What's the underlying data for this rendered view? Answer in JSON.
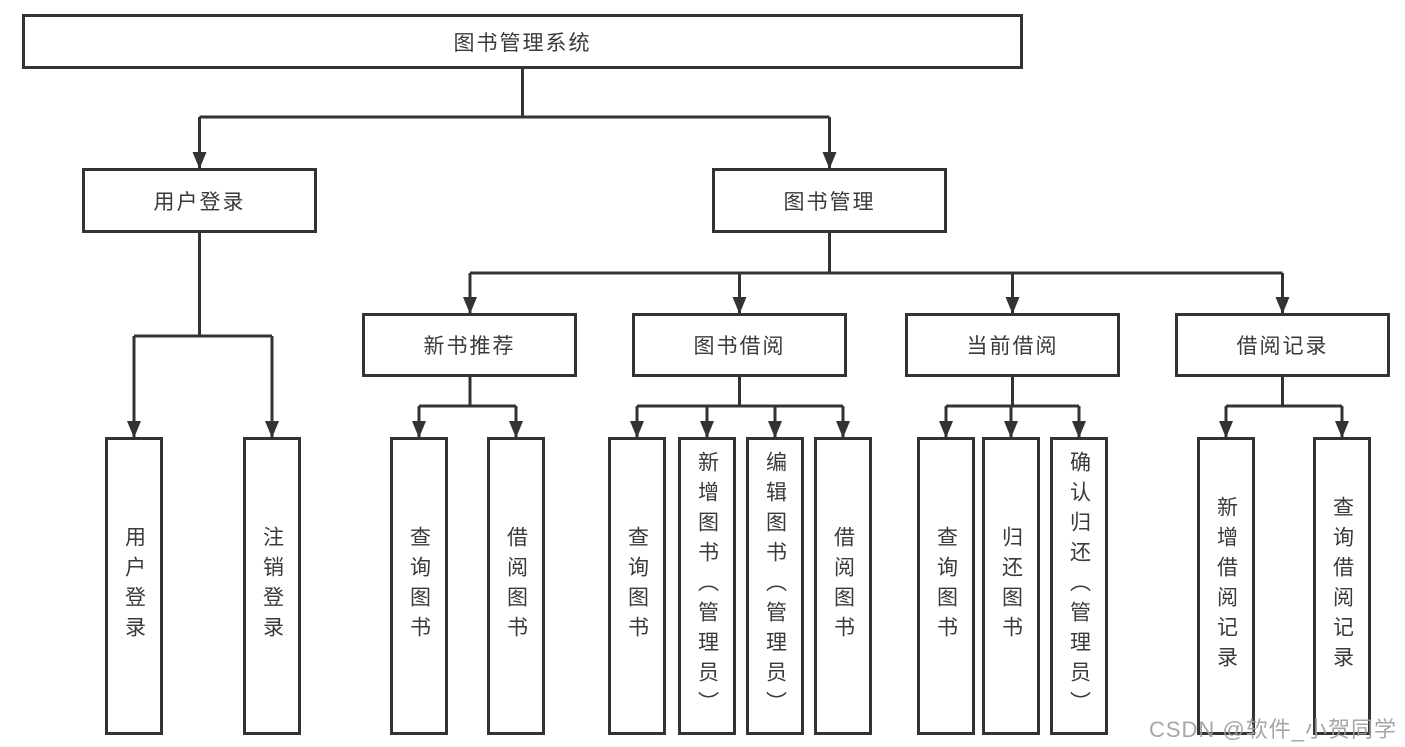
{
  "diagram": {
    "root": {
      "label": "图书管理系统"
    },
    "level2": [
      {
        "label": "用户登录"
      },
      {
        "label": "图书管理"
      }
    ],
    "level3": [
      {
        "label": "新书推荐"
      },
      {
        "label": "图书借阅"
      },
      {
        "label": "当前借阅"
      },
      {
        "label": "借阅记录"
      }
    ],
    "leaves": {
      "login": [
        "用户登录",
        "注销登录"
      ],
      "recommend": [
        "查询图书",
        "借阅图书"
      ],
      "borrow": [
        "查询图书",
        "新增图书（管理员）",
        "编辑图书（管理员）",
        "借阅图书"
      ],
      "current": [
        "查询图书",
        "归还图书",
        "确认归还（管理员）"
      ],
      "records": [
        "新增借阅记录",
        "查询借阅记录"
      ]
    }
  },
  "watermark": "CSDN @软件_小贺同学",
  "colors": {
    "line": "#333333",
    "border": "#333333",
    "text": "#3a3a3a",
    "watermark": "#9e9e9e",
    "background": "#ffffff"
  }
}
